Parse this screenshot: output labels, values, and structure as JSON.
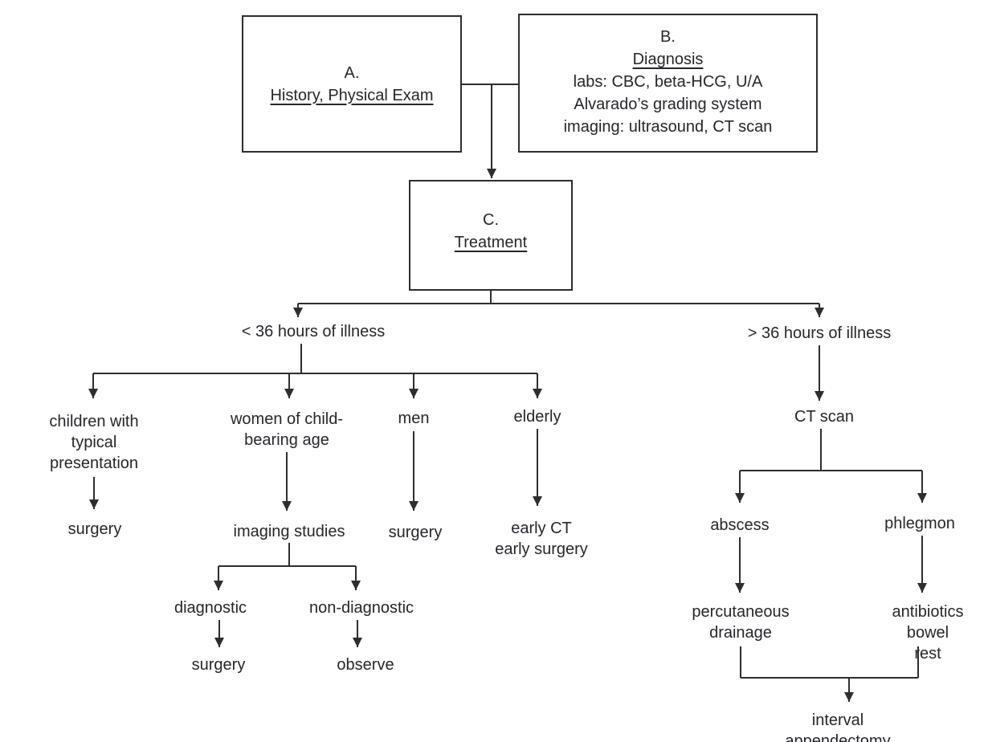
{
  "figure": {
    "type": "flowchart"
  },
  "colors": {
    "background": "#ffffff",
    "line": "#2e2d2f",
    "text": "#26272c"
  },
  "boxes": {
    "a": {
      "letter": "A.",
      "title": "History, Physical Exam"
    },
    "b": {
      "letter": "B.",
      "title": "Diagnosis",
      "details": "labs: CBC, beta-HCG, U/A\nAlvarado’s grading system\nimaging: ultrasound, CT scan"
    },
    "c": {
      "letter": "C.",
      "title": "Treatment"
    }
  },
  "nodes": {
    "less_36": "< 36 hours of illness",
    "greater_36": "> 36 hours of illness",
    "children": "children with\ntypical\npresentation",
    "women": "women of child-\nbearing age",
    "men": "men",
    "elderly": "elderly",
    "surgery_children": "surgery",
    "imaging_studies": "imaging studies",
    "surgery_men": "surgery",
    "early_ct": "early CT\nearly surgery",
    "diagnostic": "diagnostic",
    "non_diagnostic": "non-diagnostic",
    "surgery_diagnostic": "surgery",
    "observe": "observe",
    "ct_scan": "CT scan",
    "abscess": "abscess",
    "phlegmon": "phlegmon",
    "percutaneous_drainage": "percutaneous\ndrainage",
    "antibiotics_bowel_rest": "antibiotics\nbowel rest",
    "interval_appendectomy": "interval appendectomy"
  }
}
